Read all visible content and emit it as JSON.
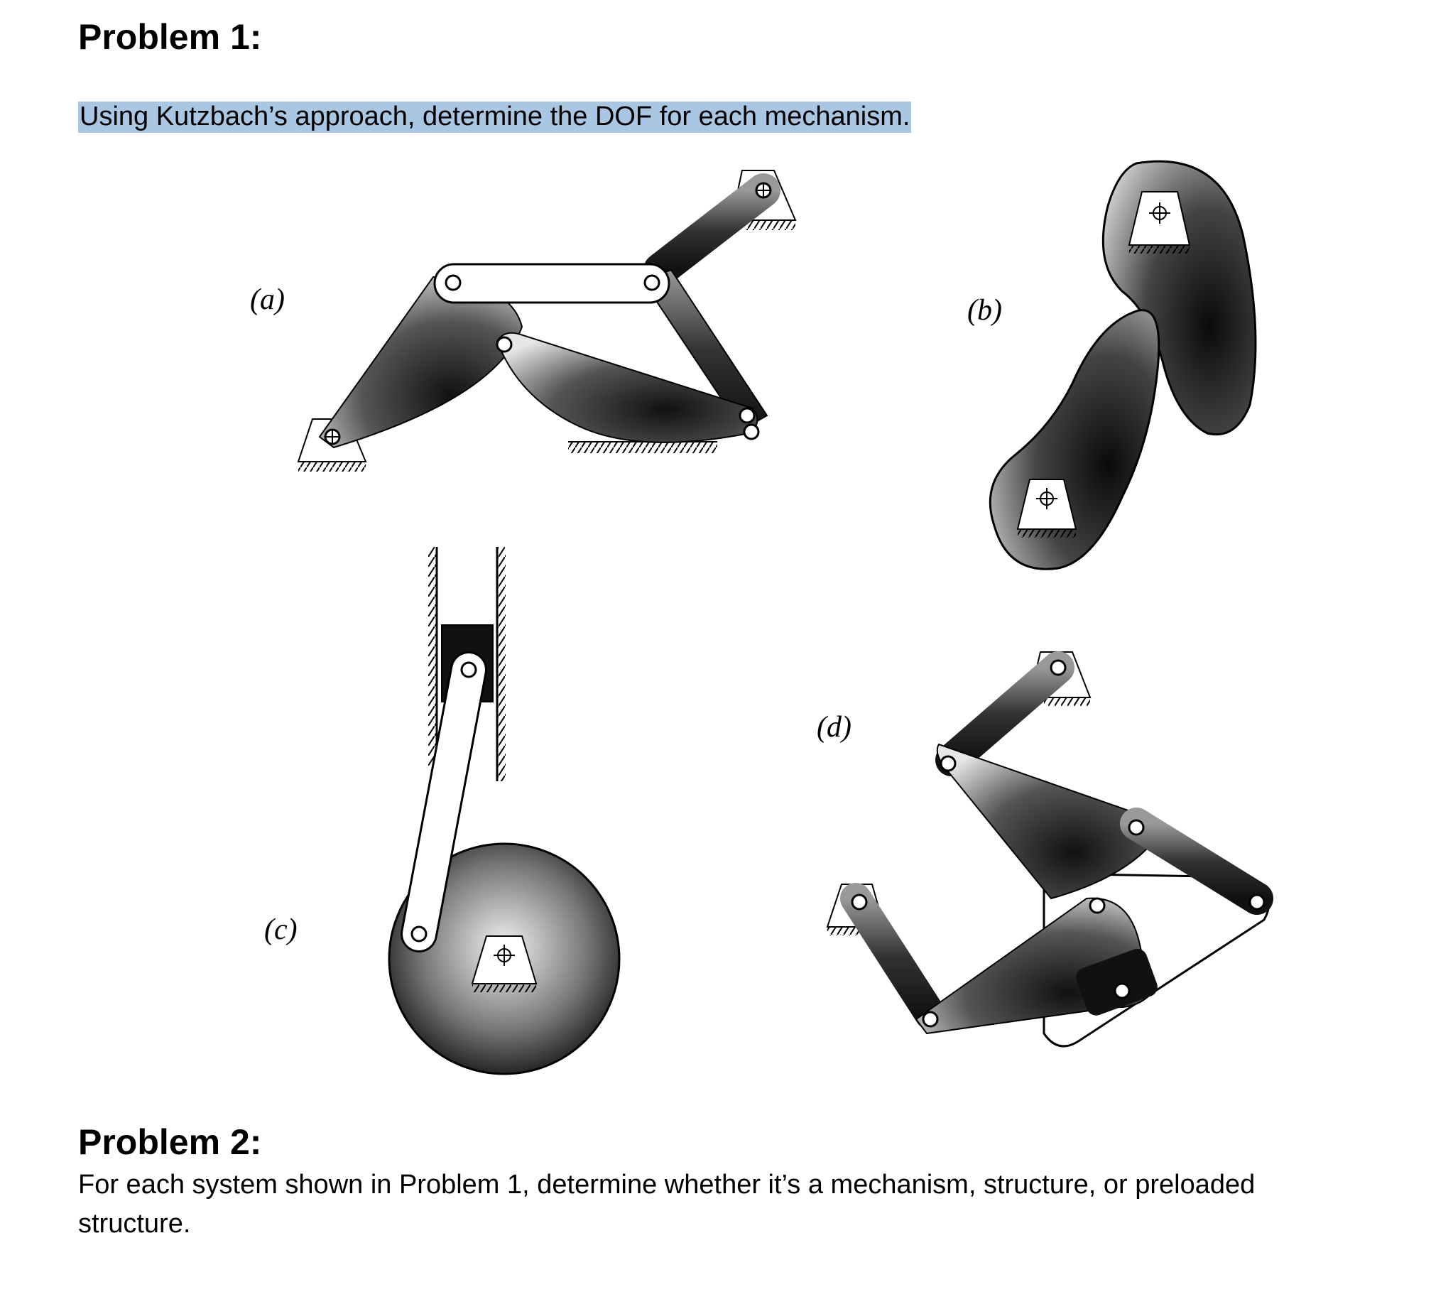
{
  "problem1": {
    "title": "Problem 1:",
    "instruction": "Using Kutzbach’s approach, determine the DOF for each mechanism."
  },
  "figures": {
    "a": {
      "label": "(a)"
    },
    "b": {
      "label": "(b)"
    },
    "c": {
      "label": "(c)"
    },
    "d": {
      "label": "(d)"
    }
  },
  "problem2": {
    "title": "Problem 2:",
    "text_line1": "For each system shown in Problem 1, determine whether it’s a mechanism, structure, or preloaded",
    "text_line2": "structure."
  },
  "colors": {
    "highlight": "#a9c6e2",
    "text": "#000000"
  }
}
